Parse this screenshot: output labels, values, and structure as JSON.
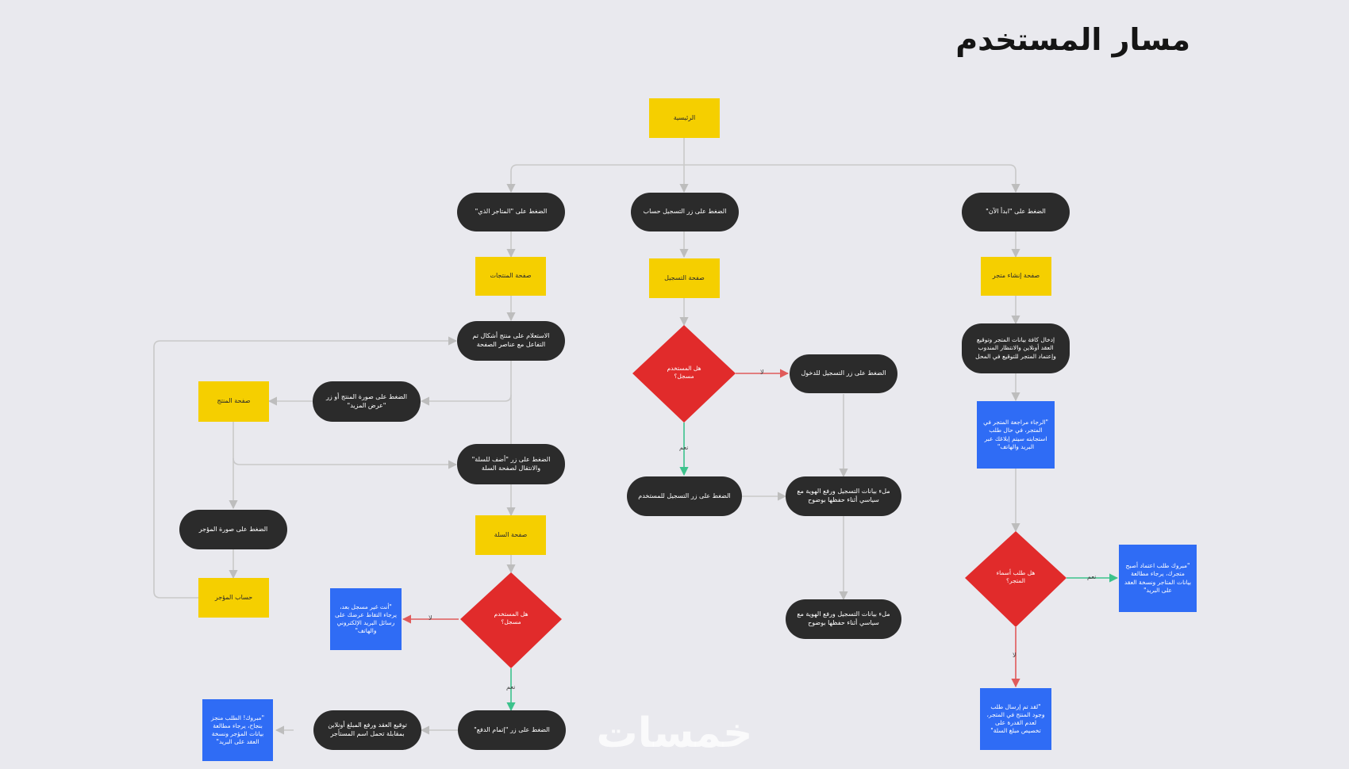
{
  "title": "مسار المستخدم",
  "watermark": "خمسات",
  "colors": {
    "background": "#e9e9ee",
    "start_or_page": "#f5cf00",
    "action": "#2b2b2b",
    "decision": "#e12b2b",
    "message": "#2f6cf5",
    "edge": "#c9c9c9",
    "edge_yes": "#3cc28c",
    "edge_no": "#e05a5a"
  },
  "nodes": {
    "start": "الرئيسية",
    "click_services": "الضغط على \"المتاجر الذي\"",
    "click_register": "الضغط على زر التسجيل حساب",
    "click_start_now": "الضغط على \"ابدأ الآن\"",
    "products_page": "صفحة المنتجات",
    "register_page": "صفحة التسجيل",
    "create_store_page": "صفحة إنشاء متجر",
    "browse_products": "الاستعلام على منتج أشكال تم التفاعل مع عناصر الصفحة",
    "fill_store_data": "إدخال كافة بيانات المتجر وتوقيع العقد أونلاين والانتظار المندوب وإعتماد المتجر للتوقيع في المحل",
    "click_product_image": "الضغط على صورة المنتج أو زر \"عرض المزيد\"",
    "product_page": "صفحة المنتج",
    "is_user_registered": "هل المستخدم مسجل؟",
    "click_login_button": "الضغط على زر التسجيل للدخول",
    "store_review_msg": "\"الرجاء مراجعة المتجر في المتجر، في حال طلب استجابته سيتم إبلاغك عبر البريد والهاتف\"",
    "add_to_cart": "الضغط على زر \"أضف للسلة\" والانتقال لصفحة السلة",
    "click_register_user": "الضغط على زر التسجيل للمستخدم",
    "fill_registration_a": "ملء بيانات التسجيل ورفع الهوية مع سياسي أثناء حفظها بوضوح",
    "click_merchant_image": "الضغط على صورة المؤجر",
    "cart_page": "صفحة السلة",
    "is_merchant_name_ok": "هل طلب أسماء المتجر؟",
    "merchant_approved_msg": "\"مبروك طلب اعتماد أصبح متجرك، يرجاء مطالعة بيانات المتاجر ونسخة العقد على البريد\"",
    "merchant_account": "حساب المؤجر",
    "not_registered_msg": "\"أنت غير مسجل بعد، يرجاء التقاط عرضك على رسائل البريد الإلكتروني والهاتف\"",
    "is_user_registered_2": "هل المستخدم مسجل؟",
    "fill_registration_b": "ملء بيانات التسجيل ورفع الهوية مع سياسي أثناء حفظها بوضوح",
    "store_pending_msg": "\"لقد تم إرسال طلب وجود المنتج في المتجر، لعدم القدرة على تخصيص مبلغ السلة\"",
    "order_success_msg": "\"مبروك! الطلب منجز بنجاح، يرجاء مطالعة بيانات المؤجر ونسخة العقد على البريد\"",
    "sign_contract": "توقيع العقد ورفع المبلغ أونلاين بمقابلة تحمل اسم المستأجر",
    "click_complete_pay": "الضغط على زر \"إتمام الدفع\""
  },
  "edge_labels": {
    "yes": "نعم",
    "no": "لا"
  }
}
